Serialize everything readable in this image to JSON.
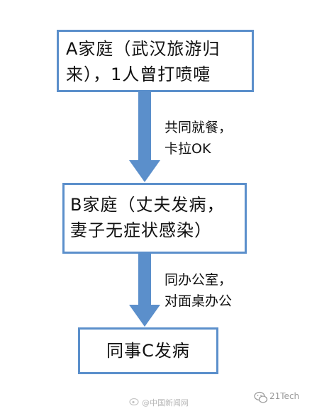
{
  "nodes": {
    "a": {
      "lines": [
        "A家庭（武汉旅游归",
        "来），1人曾打喷嚏"
      ]
    },
    "b": {
      "lines": [
        "B家庭（丈夫发病，",
        "妻子无症状感染）"
      ]
    },
    "c": {
      "lines": [
        "同事C发病"
      ]
    }
  },
  "edges": {
    "a_to_b": {
      "lines": [
        "共同就餐，",
        "卡拉OK"
      ]
    },
    "b_to_c": {
      "lines": [
        "同办公室，",
        "对面桌办公"
      ]
    }
  },
  "watermarks": {
    "left": "@中国新闻网",
    "right": "21Tech"
  },
  "colors": {
    "box_border": "#5b8fcb",
    "arrow_fill": "#5b8fcb",
    "text": "#111111"
  }
}
